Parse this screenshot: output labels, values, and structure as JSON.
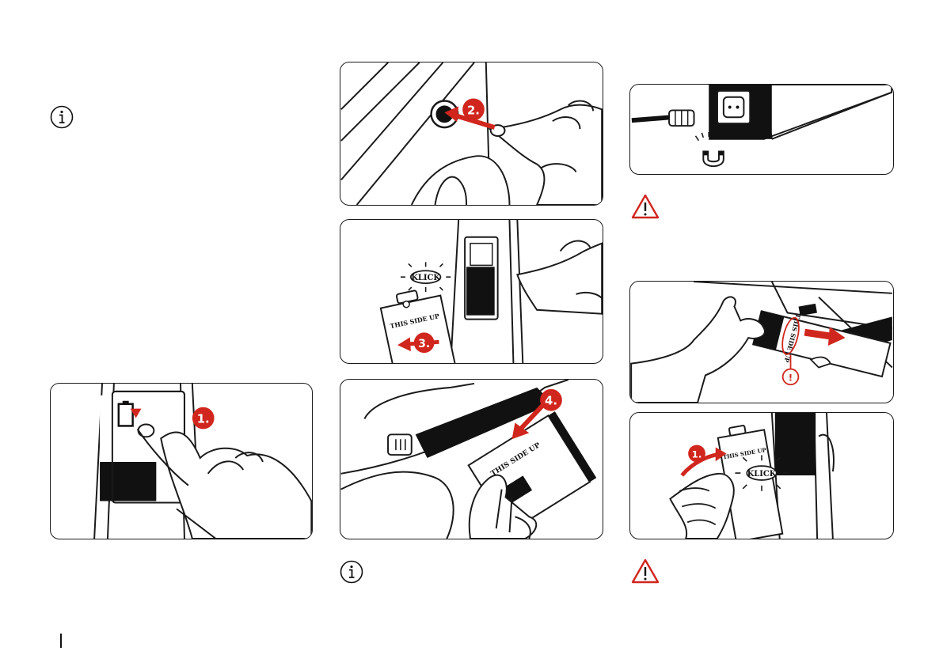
{
  "colors": {
    "accent": "#d0261d",
    "line": "#1a1a1a"
  },
  "icons": {
    "info_1": "info-icon",
    "info_2": "info-icon",
    "warning_1": "warning-icon",
    "warning_2": "warning-icon",
    "magnet": "magnet-icon"
  },
  "steps": {
    "display": "1.",
    "button": "2.",
    "remove": "3.",
    "insert": "4.",
    "reinsert": "1."
  },
  "labels": {
    "klick_remove": "KLICK",
    "klick_insert": "KLICK",
    "side_up_remove": "THIS SIDE UP",
    "side_up_insert": "THIS SIDE UP",
    "side_up_reinsert": "THIS SIDE UP",
    "side_up_caution": "THIS SIDE UP",
    "caution_mark": "!"
  }
}
